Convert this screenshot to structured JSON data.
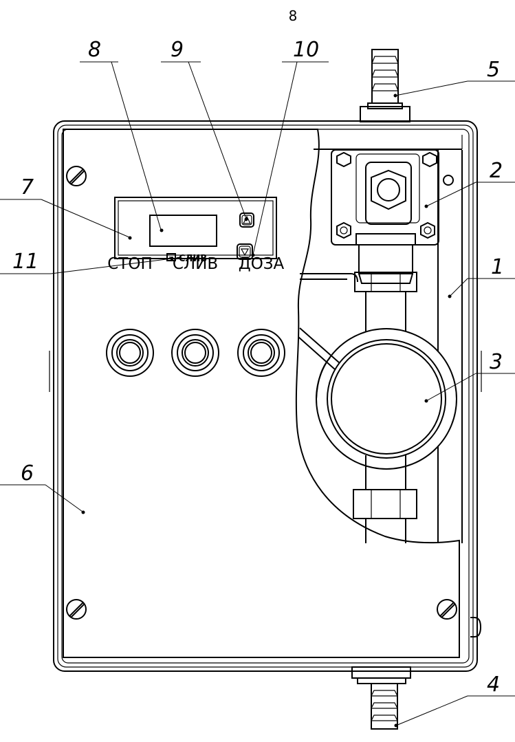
{
  "page_number": "8",
  "buttons": {
    "stop": "СТОП",
    "drain": "СЛИВ",
    "dose": "ДОЗА"
  },
  "display": {
    "indicator_label": "СЛИВ"
  },
  "callouts": [
    "1",
    "2",
    "3",
    "4",
    "5",
    "6",
    "7",
    "8",
    "9",
    "10",
    "11"
  ]
}
